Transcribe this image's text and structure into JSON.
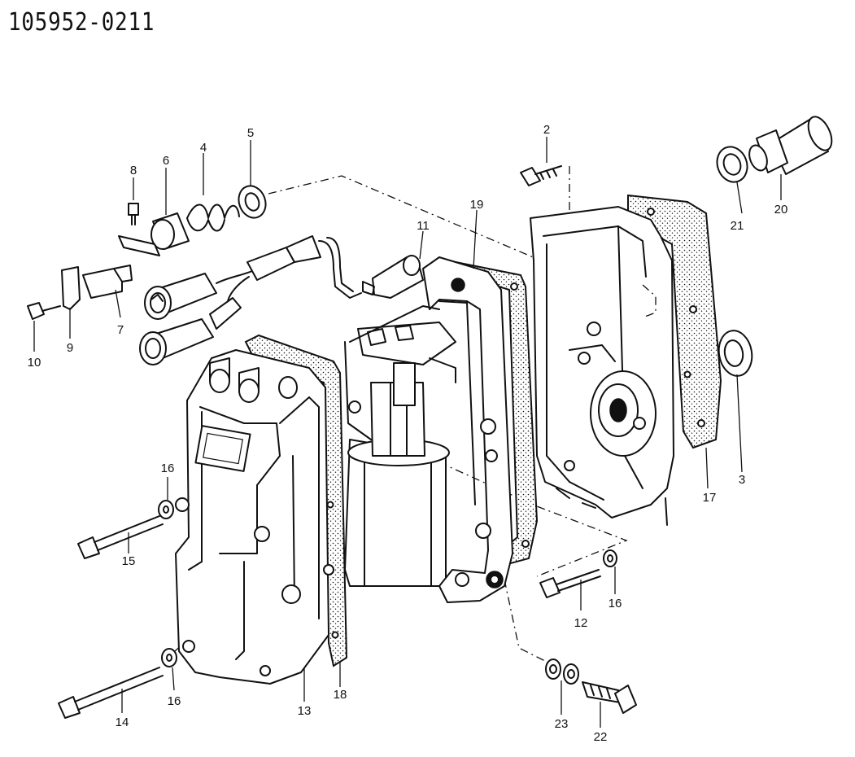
{
  "title": "105952-0211",
  "callouts": {
    "c2": "2",
    "c3": "3",
    "c4": "4",
    "c5": "5",
    "c6": "6",
    "c7": "7",
    "c8": "8",
    "c9": "9",
    "c10": "10",
    "c11": "11",
    "c12": "12",
    "c13": "13",
    "c14": "14",
    "c15": "15",
    "c16a": "16",
    "c16b": "16",
    "c16c": "16",
    "c17": "17",
    "c18": "18",
    "c19": "19",
    "c20": "20",
    "c21": "21",
    "c22": "22",
    "c23": "23"
  }
}
